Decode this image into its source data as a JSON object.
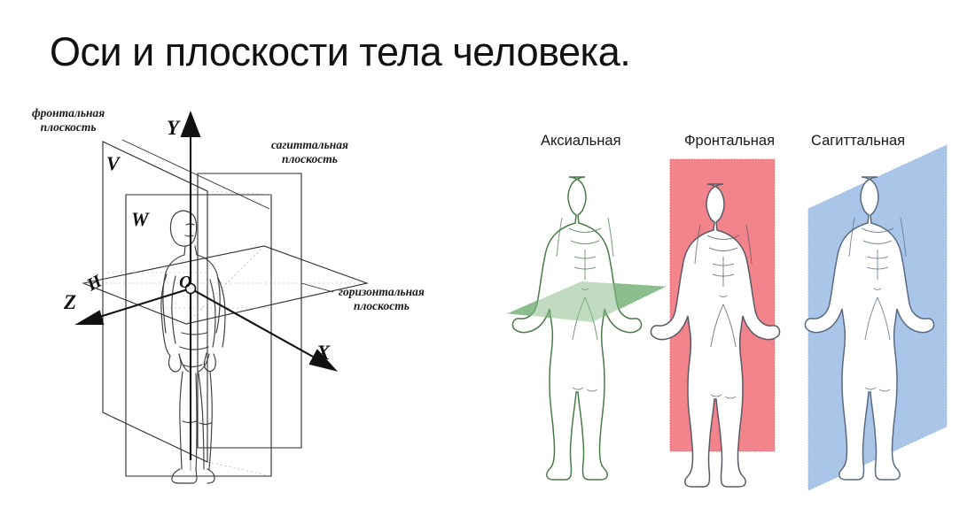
{
  "slide": {
    "title": "Оси и плоскости тела человека.",
    "background_color": "#ffffff"
  },
  "left_diagram": {
    "name": "coordinate-planes-diagram",
    "captions": {
      "frontal_plane_line1": "фронтальная",
      "frontal_plane_line2": "плоскость",
      "sagittal_plane_line1": "сагиттальная",
      "sagittal_plane_line2": "плоскость",
      "horizontal_plane_line1": "горизонтальная",
      "horizontal_plane_line2": "плоскость"
    },
    "axes": {
      "y": "Y",
      "x": "X",
      "z": "Z",
      "origin": "O"
    },
    "plane_letters": {
      "v": "V",
      "w": "W",
      "h": "H"
    },
    "line_color": "#1a1a1a"
  },
  "right_diagram": {
    "name": "anatomical-planes-figures",
    "columns": [
      {
        "key": "axial",
        "label": "Аксиальная",
        "plane_color": "#8cbd8c",
        "plane_border": "#6aa76a",
        "plane_shape": "horizontal-parallelogram",
        "figure_outline": "#4a7a4a"
      },
      {
        "key": "frontal",
        "label": "Фронтальная",
        "plane_color": "#f4848c",
        "plane_border": "#e06a74",
        "plane_shape": "vertical-rectangle",
        "figure_outline": "#5a5a66"
      },
      {
        "key": "sagittal",
        "label": "Сагиттальная",
        "plane_color": "#a9c6e8",
        "plane_border": "#8fb2dc",
        "plane_shape": "slanted-parallelogram",
        "figure_outline": "#5a6a82"
      }
    ]
  }
}
